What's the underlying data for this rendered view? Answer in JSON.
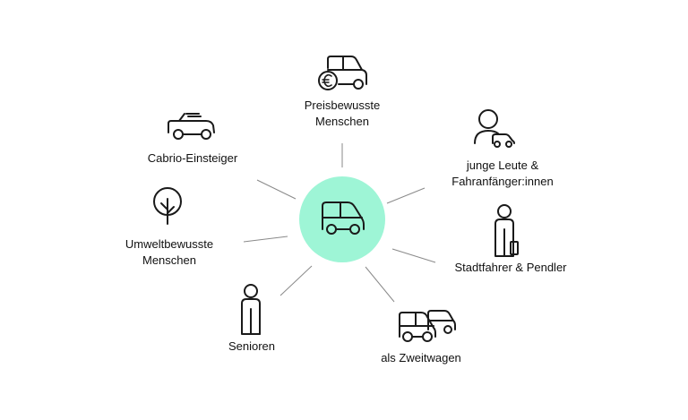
{
  "diagram": {
    "center": {
      "icon": "car-icon",
      "color": "#9ef5d6"
    },
    "segments": [
      {
        "id": "preisbewusste",
        "label": "Preisbewusste\nMenschen",
        "icon": "car-euro-icon"
      },
      {
        "id": "junge-leute",
        "label": "junge Leute &\nFahranfänger:innen",
        "icon": "person-car-icon"
      },
      {
        "id": "stadtfahrer",
        "label": "Stadtfahrer & Pendler",
        "icon": "person-briefcase-icon"
      },
      {
        "id": "zweitwagen",
        "label": "als Zweitwagen",
        "icon": "two-cars-icon"
      },
      {
        "id": "senioren",
        "label": "Senioren",
        "icon": "person-cane-icon"
      },
      {
        "id": "umweltbewusste",
        "label": "Umweltbewusste\nMenschen",
        "icon": "tree-icon"
      },
      {
        "id": "cabrio",
        "label": "Cabrio-Einsteiger",
        "icon": "convertible-icon"
      }
    ]
  }
}
